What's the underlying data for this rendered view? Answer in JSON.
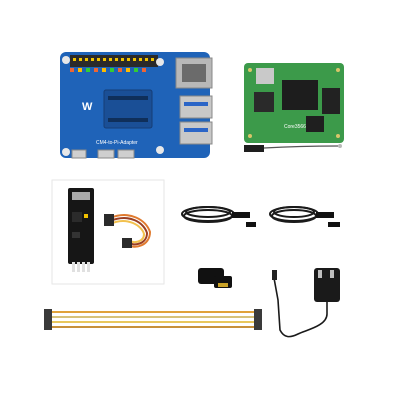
{
  "image": {
    "description_items": [
      "adapter-board",
      "compute-module",
      "antenna",
      "usb-uart-module",
      "jumper-cable",
      "usb-cable-1",
      "usb-cable-2",
      "hdmi-adapter",
      "power-adapter",
      "jumper-wires"
    ]
  },
  "adapter_board": {
    "label": "CM4-to-Pi-Adapter",
    "brand_mark": "W"
  },
  "compute_module": {
    "label": "Core3566"
  },
  "colors": {
    "board_blue": "#1f63b8",
    "module_green": "#3c9a4a",
    "cable_black": "#1a1a1a"
  }
}
